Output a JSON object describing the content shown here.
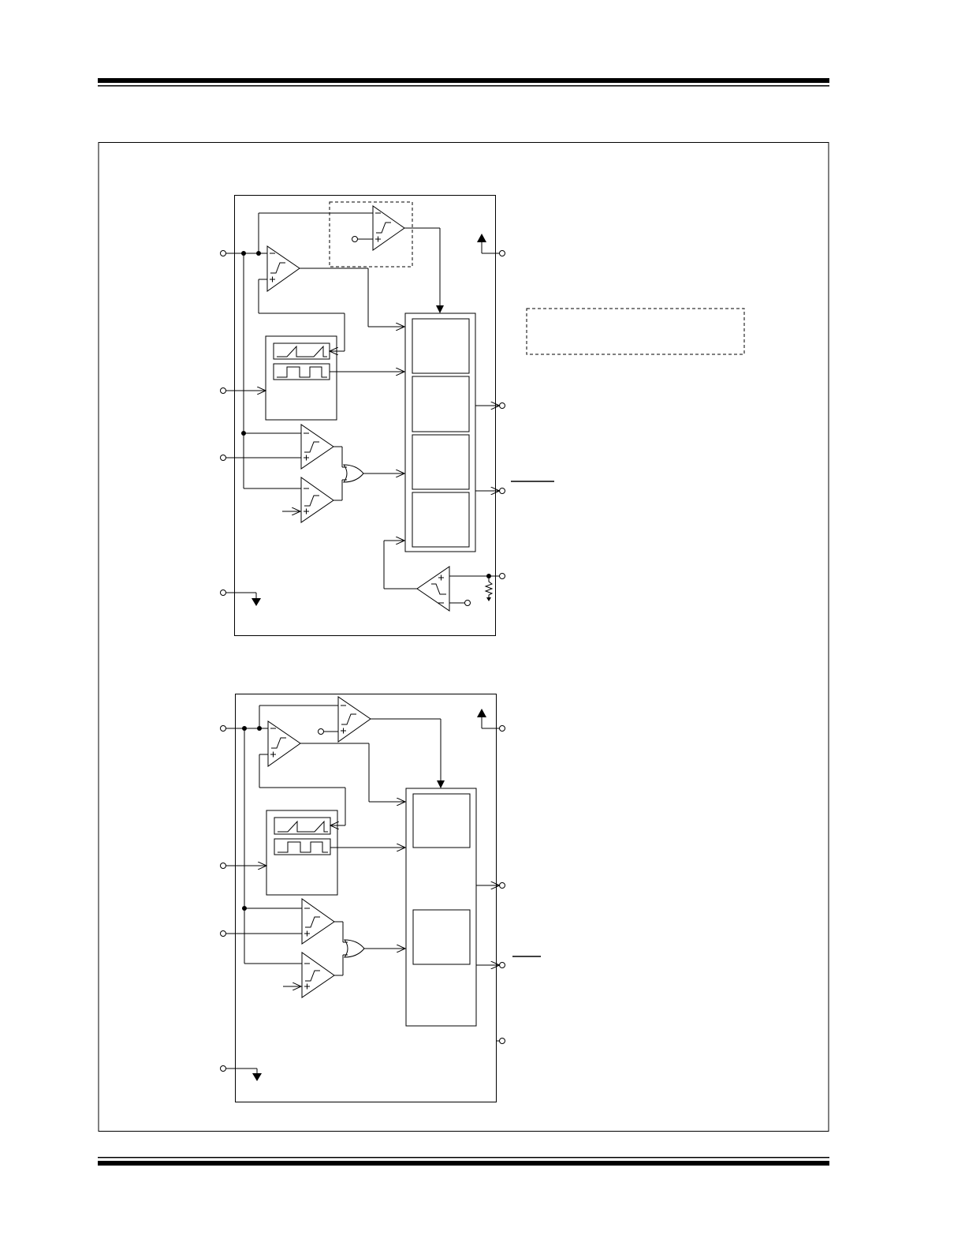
{
  "colors": {
    "ink": "#000000",
    "paper": "#ffffff"
  },
  "icons": {
    "comparator": "comparator-icon",
    "sawtooth": "sawtooth-wave-icon",
    "square": "square-wave-icon",
    "or_gate": "or-gate-icon",
    "ground": "ground-icon",
    "supply": "supply-arrow-icon",
    "resistor": "resistor-icon",
    "pin": "pin-terminal-icon"
  },
  "diagram_a": {
    "comparators": 5,
    "logic_cells": 4,
    "optional_block_dashed": true,
    "inverted_output_bar": true
  },
  "diagram_b": {
    "comparators": 4,
    "logic_cells": 2,
    "inverted_output_bar": true
  }
}
